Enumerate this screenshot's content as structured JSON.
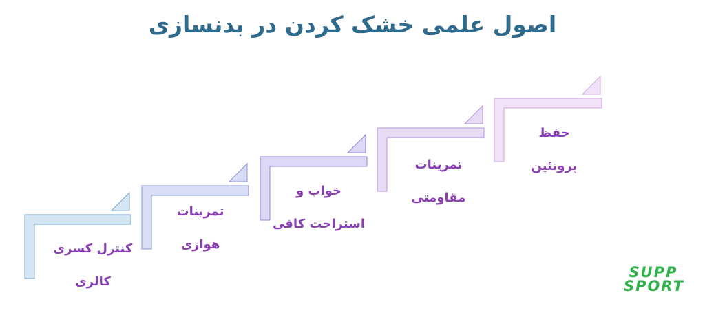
{
  "title": "اصول علمی خشک کردن در بدنسازی",
  "steps": [
    {
      "line1": "کنترل کسری",
      "line2": "کالری",
      "color": "#d4e5f2",
      "edge": "#7aa4cc"
    },
    {
      "line1": "تمرینات",
      "line2": "هوازی",
      "color": "#d9def5",
      "edge": "#8a95d8"
    },
    {
      "line1": "خواب و",
      "line2": "استراحت کافی",
      "color": "#dcd9f7",
      "edge": "#8f86dc"
    },
    {
      "line1": "تمرینات",
      "line2": "مقاومتی",
      "color": "#e8dcf5",
      "edge": "#b392d8"
    },
    {
      "line1": "حفظ",
      "line2": "پروتئین",
      "color": "#f1e2f8",
      "edge": "#d1a8e3"
    }
  ],
  "logo": {
    "line1": "SUPP",
    "line2": "SPORT",
    "color": "#2db34a"
  }
}
